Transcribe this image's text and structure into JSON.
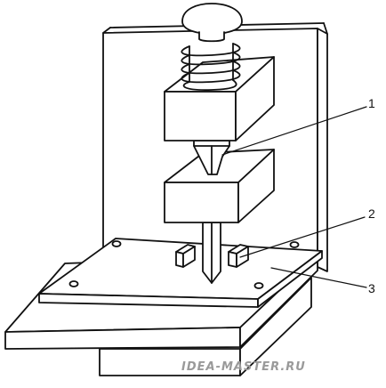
{
  "diagram": {
    "callouts": [
      {
        "id": "1",
        "label": "1"
      },
      {
        "id": "2",
        "label": "2"
      },
      {
        "id": "3",
        "label": "3"
      }
    ],
    "watermark": "IDEA-MASTER.RU",
    "colors": {
      "stroke": "#111111",
      "fill": "#ffffff",
      "watermark": "#9a9a9a"
    }
  }
}
